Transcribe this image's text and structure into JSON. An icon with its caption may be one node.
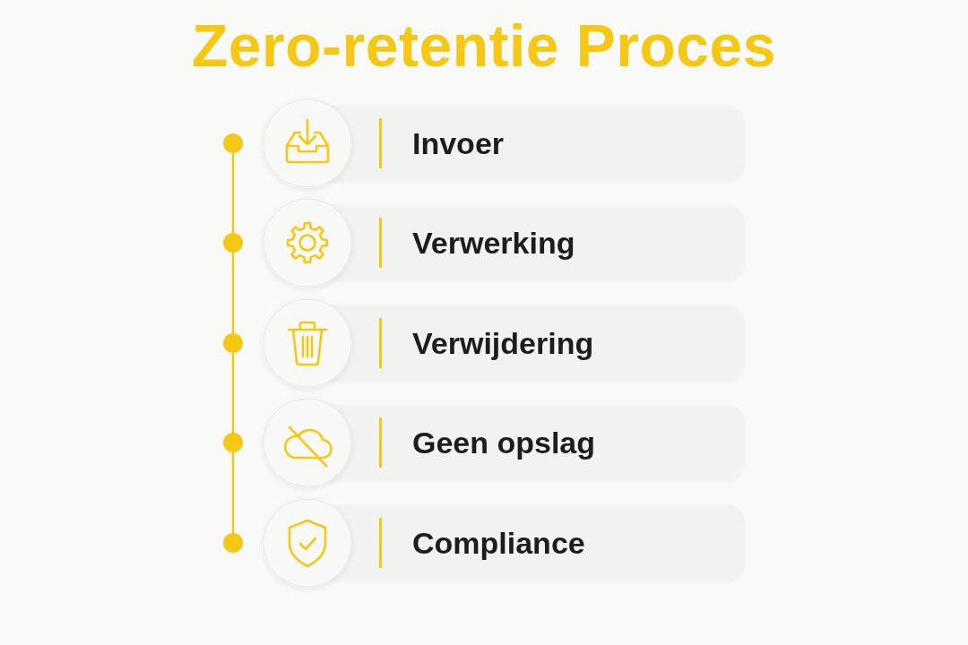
{
  "diagram": {
    "title": "Zero-retentie Proces",
    "nodes": [
      {
        "text": [],
        "shape": "circle"
      },
      {
        "text": [
          "Invoer"
        ]
      },
      {
        "text": [],
        "shape": "circle"
      },
      {
        "text": [
          "Verwerking"
        ]
      },
      {
        "text": [],
        "shape": "circle"
      },
      {
        "text": [
          "Verwijdering"
        ]
      },
      {
        "text": [],
        "shape": "circle"
      },
      {
        "text": [
          "Geen opslag"
        ]
      },
      {
        "text": [],
        "shape": "circle"
      },
      {
        "text": [
          "Compliance"
        ]
      }
    ],
    "edges": [
      {
        "from": 0,
        "to": 2,
        "arrow": "none"
      },
      {
        "from": 2,
        "to": 4,
        "arrow": "none"
      },
      {
        "from": 4,
        "to": 6,
        "arrow": "none"
      },
      {
        "from": 6,
        "to": 8,
        "arrow": "none"
      }
    ]
  }
}
